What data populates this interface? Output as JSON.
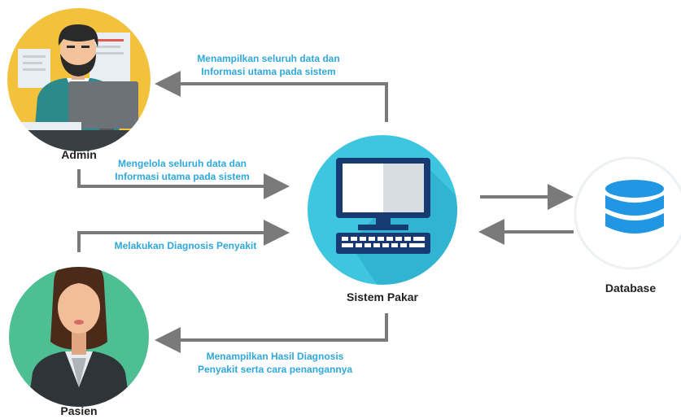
{
  "nodes": {
    "admin": {
      "label": "Admin"
    },
    "pasien": {
      "label": "Pasien"
    },
    "sistem": {
      "label": "Sistem Pakar"
    },
    "database": {
      "label": "Database"
    }
  },
  "edges": {
    "sistem_to_admin": {
      "line1": "Menampilkan seluruh data dan",
      "line2": "Informasi utama pada sistem"
    },
    "admin_to_sistem": {
      "line1": "Mengelola seluruh data dan",
      "line2": "Informasi  utama pada sistem"
    },
    "pasien_to_sistem": {
      "line1": "Melakukan Diagnosis Penyakit"
    },
    "sistem_to_pasien": {
      "line1": "Menampilkan Hasil Diagnosis",
      "line2": "Penyakit serta cara penangannya"
    }
  },
  "colors": {
    "arrow": "#7a7a7a",
    "label_blue": "#2fa8dc",
    "admin_bg": "#f2c23c",
    "pasien_bg": "#4dbf93",
    "sistem_bg": "#3ec6e0",
    "database_bg": "#ffffff",
    "database_icon": "#2196e3"
  }
}
